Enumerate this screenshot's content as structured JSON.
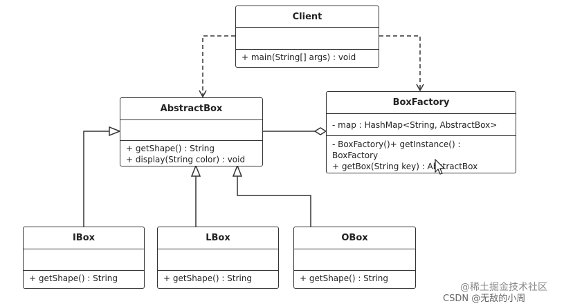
{
  "diagram": {
    "classes": {
      "client": {
        "name": "Client",
        "ops": [
          "+ main(String[] args) : void"
        ]
      },
      "abstract_box": {
        "name": "AbstractBox",
        "ops": [
          "+ getShape() : String",
          "+ display(String color) : void"
        ]
      },
      "box_factory": {
        "name": "BoxFactory",
        "attrs": [
          "- map : HashMap<String, AbstractBox>"
        ],
        "ops": [
          "- BoxFactory()+ getInstance() : BoxFactory",
          "+ getBox(String key) : AbstractBox"
        ]
      },
      "ibox": {
        "name": "IBox",
        "ops": [
          "+ getShape() : String"
        ]
      },
      "lbox": {
        "name": "LBox",
        "ops": [
          "+ getShape() : String"
        ]
      },
      "obox": {
        "name": "OBox",
        "ops": [
          "+ getShape() : String"
        ]
      }
    }
  },
  "watermark": {
    "line1": "@稀土掘金技术社区",
    "line2": "CSDN @无敌的小周"
  },
  "colors": {
    "stroke": "#333333",
    "background": "#ffffff"
  }
}
